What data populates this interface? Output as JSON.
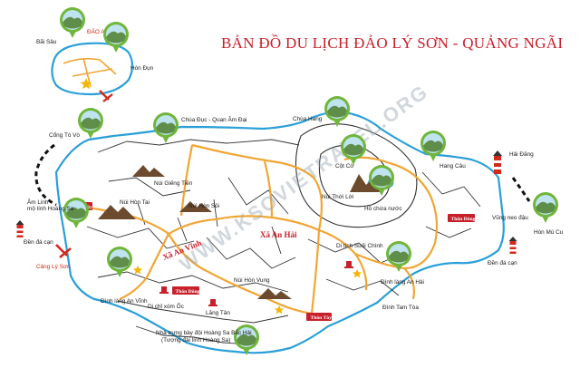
{
  "title": "BẢN ĐỒ DU LỊCH ĐẢO LÝ SƠN - QUẢNG NGÃI",
  "watermark": "WWW.KSOVIETRAVEL.ORG",
  "island_an_binh": {
    "name": "ĐẢO AN BÌNH",
    "labels": {
      "bai_sau": "Bãi Sâu",
      "hon_dun": "Hòn Đụn"
    }
  },
  "communes": {
    "an_vinh": "Xã An Vĩnh",
    "an_hai": "Xã An Hải"
  },
  "villages": {
    "thon_tay": "Thôn Tây",
    "thon_dong": "Thôn Đông"
  },
  "places": {
    "cong_to_vo": "Cổng Tò Vò",
    "chua_duc": "Chùa Đục - Quan Âm Đại",
    "chua_hang": "Chùa Hang",
    "hai_dang": "Hải Đăng",
    "hang_cau": "Hang Câu",
    "cot_co": "Cột Cờ",
    "nui_gieng_tien": "Núi Giếng Tiền",
    "nui_hon_tai": "Núi Hòn Tai",
    "nui_hon_soi": "Núi Hòn Sỏi",
    "nui_thoi_loi": "Núi Thới Lới",
    "ho_chua_nuoc": "Hồ chứa nước",
    "vung_neo_dau": "Vũng neo đậu",
    "hon_mu_cu": "Hòn Mù Cu",
    "am_linh_1": "Âm Linh",
    "am_linh_2": "mộ lính Hoàng Sa",
    "den_da_can_w": "Đền đá cạn",
    "den_da_can_e": "Đền đá cạn",
    "cang_ly_son": "Cảng Lý Sơn",
    "di_tich_suoi_chinh": "Di tích Suối Chình",
    "nui_hon_vung": "Núi Hòn Vung",
    "dinh_lang_an_hai": "Đình làng An Hải",
    "dinh_lang_an_vinh": "Đình làng An Vĩnh",
    "di_chi_xom_oc": "Di chỉ xóm Ốc",
    "lang_tan": "Lăng Tân",
    "dinh_tam_toa": "Đình Tam Tòa",
    "nha_trung_bay_1": "Nhà trưng bày đội Hoàng Sa Bắc Hải",
    "nha_trung_bay_2": "(Tượng đài lính Hoàng Sa)"
  },
  "colors": {
    "coast": "#2a9fd8",
    "road_main": "#f0a635",
    "road_minor": "#333333",
    "title": "#c8202a",
    "pin": "#6fb63a",
    "tag": "#c8202a",
    "star": "#f4b400"
  }
}
